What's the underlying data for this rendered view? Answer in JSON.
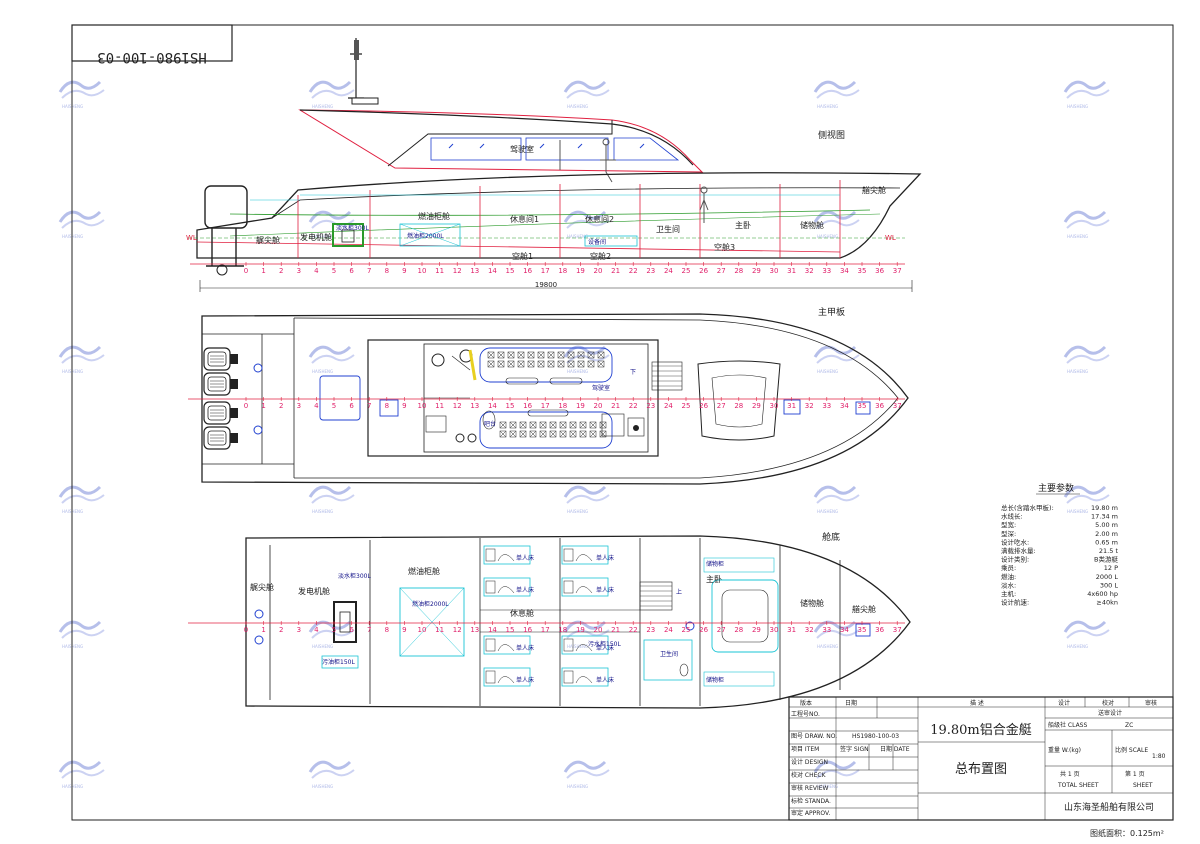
{
  "drawing_no_mirrored": "HS1980-100-03",
  "views": {
    "side": "侧视图",
    "main_deck": "主甲板",
    "bottom": "舱底"
  },
  "side_labels": {
    "wheelhouse": "驾驶室",
    "steering_compartment": "艉尖舱",
    "generator_room": "发电机舱",
    "fuel_tank_room": "燃油柜舱",
    "fresh_water": "淡水柜300L",
    "fuel_tank": "燃油柜2000L",
    "rest_room_1": "休息间1",
    "rest_room_2": "休息间2",
    "bathroom": "卫生间",
    "master_cabin": "主卧",
    "store": "储物舱",
    "fore_peak": "艏尖舱",
    "void_1": "空舱1",
    "void_2": "空舱2",
    "void_3": "空舱3",
    "equip_room": "设备间",
    "wl": "WL",
    "length_dim": "19800"
  },
  "deck_labels": {
    "wheelhouse": "驾驶室",
    "bar": "吧台",
    "down": "下"
  },
  "bottom_labels": {
    "steering": "艉尖舱",
    "generator": "发电机舱",
    "fresh_water": "淡水柜300L",
    "fuel_room": "燃油柜舱",
    "fuel_tank": "燃油柜2000L",
    "dirty_oil": "污油柜150L",
    "single_bed": "单人床",
    "rest_room": "休息舱",
    "wc": "卫生间",
    "store": "储物柜",
    "master": "主卧",
    "store_room": "储物舱",
    "fore_peak": "艏尖舱",
    "up": "上",
    "sewage": "污水柜150L"
  },
  "params": {
    "title": "主要参数",
    "rows": [
      {
        "k": "总长(含踏水甲板):",
        "v": "19.80 m"
      },
      {
        "k": "水线长:",
        "v": "17.34 m"
      },
      {
        "k": "型宽:",
        "v": "5.00 m"
      },
      {
        "k": "型深:",
        "v": "2.00 m"
      },
      {
        "k": "设计吃水:",
        "v": "0.65 m"
      },
      {
        "k": "满载排水量:",
        "v": "21.5 t"
      },
      {
        "k": "设计类别:",
        "v": "B类游艇"
      },
      {
        "k": "乘员:",
        "v": "12 P"
      },
      {
        "k": "燃油:",
        "v": "2000 L"
      },
      {
        "k": "淡水:",
        "v": "300 L"
      },
      {
        "k": "主机:",
        "v": "4x600 hp"
      },
      {
        "k": "设计航速:",
        "v": "≥40kn"
      }
    ]
  },
  "title_block": {
    "rev": "版本",
    "date": "日期",
    "desc": "描  述",
    "design": "设计",
    "check": "校对",
    "review": "审核",
    "project_no": "工程号NO.",
    "drawing_no_label": "图号  DRAW. NO.",
    "drawing_no": "HS1980-100-03",
    "item": "项目  ITEM",
    "sign": "签字  SIGN",
    "date2": "日期  DATE",
    "design_row": "设计  DESIGN",
    "check_row": "校对  CHECK",
    "review_row": "审核  REVIEW",
    "standa": "标检  STANDA.",
    "approv": "审定  APPROV.",
    "vessel": "19.80m铝合金艇",
    "drawing_title": "总布置图",
    "reg_design": "送审设计",
    "class_label": "船级社  CLASS",
    "class_value": "ZC",
    "weight_label": "重量 W.(kg)",
    "scale_label": "比例 SCALE",
    "scale_value": "1:80",
    "total_label": "共  1  页",
    "total_sub": "TOTAL  SHEET",
    "sheet_label": "第  1  页",
    "sheet_sub": "SHEET",
    "company": "山东海圣船舶有限公司"
  },
  "area": "图纸面积：0.125m²",
  "colors": {
    "hull": "#333333",
    "red": "#e02040",
    "magenta": "#d0208a",
    "cyan": "#19c4d4",
    "blue": "#2040d0",
    "green": "#2a9a2a",
    "watermark": "#7a8ad8"
  }
}
